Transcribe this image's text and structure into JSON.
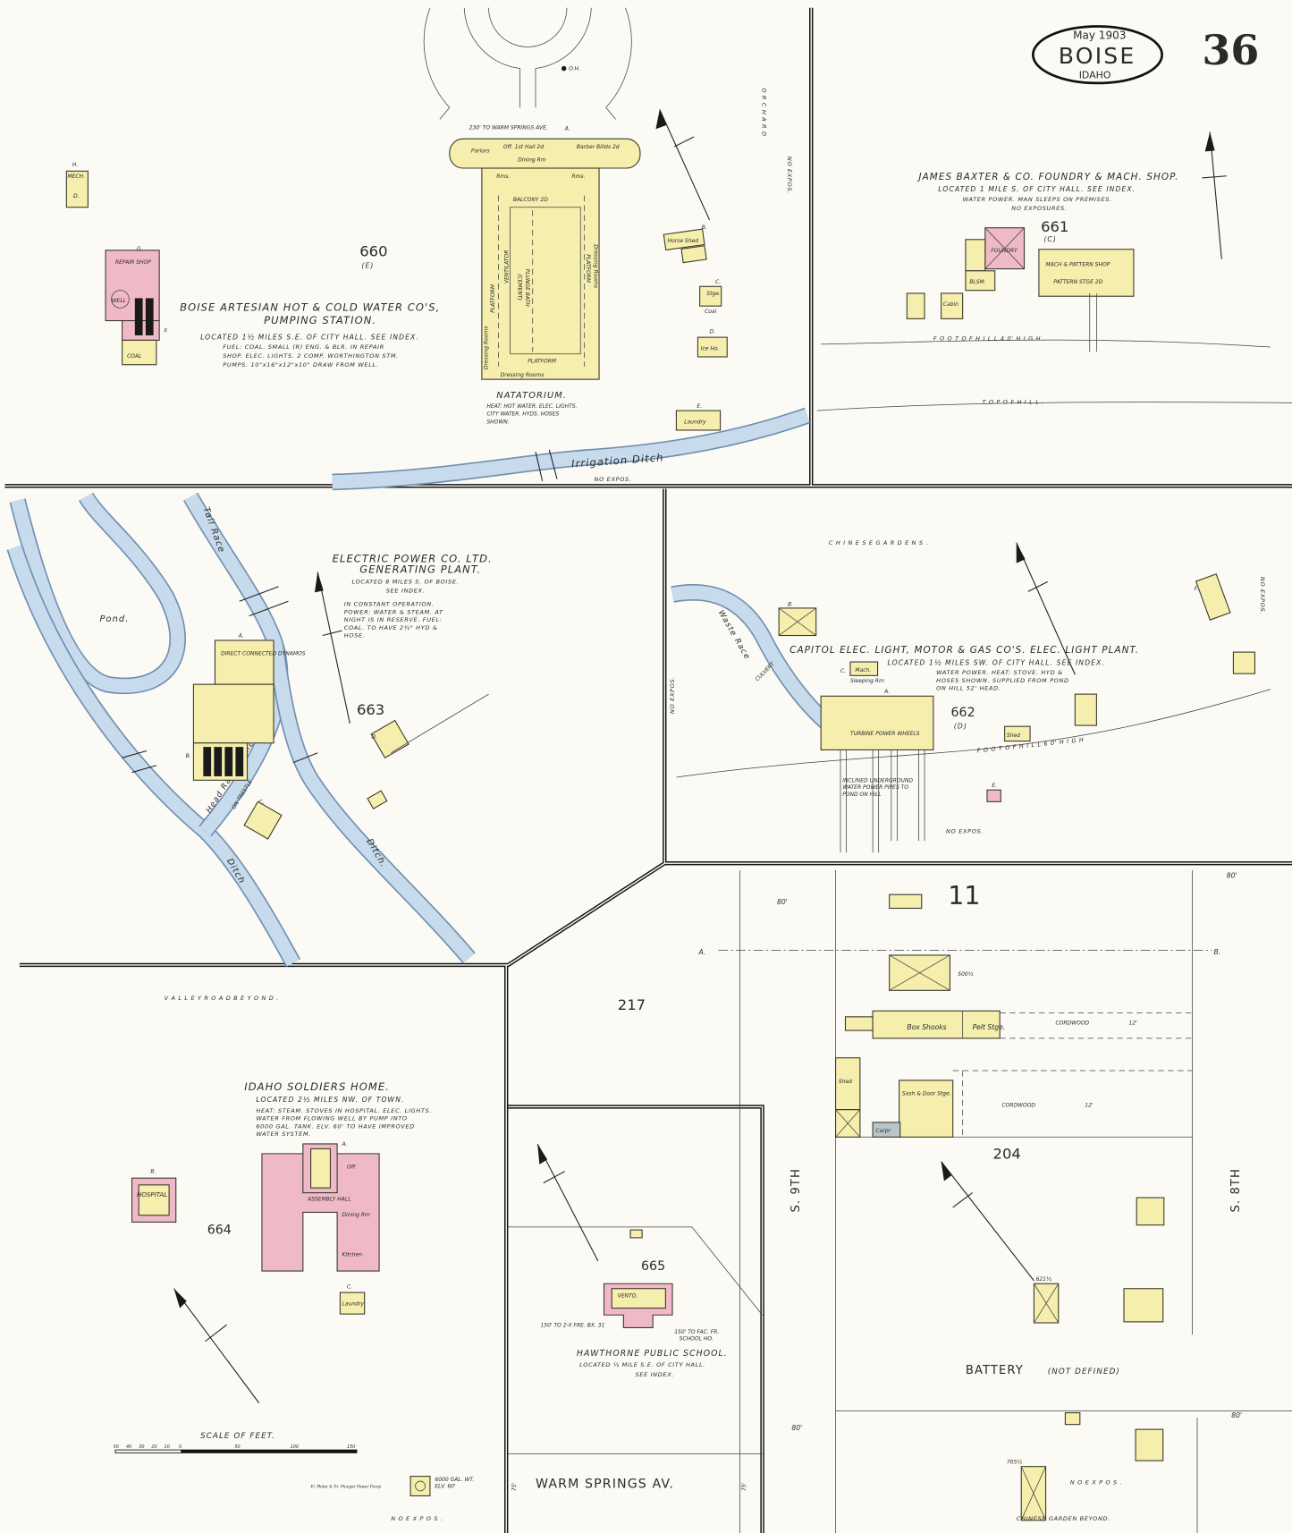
{
  "colors": {
    "paper": "#fbfaf5",
    "brick": "#efb9c7",
    "frame": "#f5eeac",
    "water": "#c8dbec",
    "stone": "#b9c6c9"
  },
  "header": {
    "date": "May 1903",
    "city": "BOISE",
    "state": "IDAHO",
    "sheet": "36"
  },
  "p660": {
    "number": "660",
    "sub": "(E)",
    "title1": "BOISE ARTESIAN HOT & COLD WATER CO'S,",
    "title2": "PUMPING STATION.",
    "note1": "LOCATED 1½ MILES S.E. OF CITY HALL. SEE INDEX.",
    "note2": "FUEL: COAL. SMALL (R) ENG. & BLR. IN REPAIR",
    "note3": "SHOP. ELEC. LIGHTS. 2 COMP. WORTHINGTON STM.",
    "note4": "PUMPS. 10\"x16\"x12\"x10\" DRAW FROM WELL.",
    "h": "H.",
    "mech": "MECH.",
    "d": "D.",
    "g": "G.",
    "f": "F.",
    "repair": "REPAIR SHOP",
    "well": "WELL",
    "coal": "COAL",
    "nat_title": "NATATORIUM.",
    "nat1": "HEAT: HOT WATER. ELEC. LIGHTS.",
    "nat2": "CITY WATER. HYDS. HOSES",
    "nat3": "SHOWN.",
    "warm": "230' TO WARM SPRINGS AVE.",
    "a": "A.",
    "oh": "O.H.",
    "parlors": "Parlors",
    "office": "Off. 1st Hall 2d",
    "dining": "Dining Rm",
    "barber": "Barber Billds 2d",
    "rms": "Rms.",
    "balcony": "BALCONY 2D",
    "plunge": "PLUNGE BATH",
    "cement": "(CEMENT)",
    "ventilator": "VENTILATOR",
    "platform": "PLATFORM",
    "dressing": "Dressing Rooms",
    "b": "B.",
    "horse": "Horse Shed",
    "c": "C.",
    "stge": "Stge.",
    "coal2": "Coal",
    "dd": "D.",
    "ice": "Ice Ho.",
    "e": "E.",
    "laundry": "Laundry",
    "ditch": "Irrigation Ditch",
    "noexpos": "NO EXPOS.",
    "orchard": "O R C H A R D",
    "noexpos_v": "NO EXPOS."
  },
  "p661": {
    "title": "JAMES BAXTER & CO. FOUNDRY & MACH. SHOP.",
    "note1": "LOCATED 1 MILE S. OF CITY HALL. SEE INDEX.",
    "note2": "WATER POWER. MAN SLEEPS ON PREMISES.",
    "note3": "NO EXPOSURES.",
    "number": "661",
    "sub": "(C)",
    "foundry": "FOUNDRY",
    "mach": "MACH & PATTERN SHOP",
    "pattern": "PATTERN STGE 2D",
    "blsm": "BLSM.",
    "cabin": "Cabin",
    "foot": "F O O T     O F     H I L L     4 0'     H I G H .",
    "top": "T O P     O F     H I L L ."
  },
  "p663": {
    "title1": "ELECTRIC POWER CO. LTD.",
    "title2": "GENERATING PLANT.",
    "note1": "LOCATED 8 MILES S. OF BOISE.",
    "note2": "SEE INDEX.",
    "note3": "IN CONSTANT OPERATION.",
    "note4": "POWER: WATER & STEAM. AT",
    "note5": "NIGHT IS IN RESERVE. FUEL:",
    "note6": "COAL. TO HAVE 2½\" HYD &",
    "note7": "HOSE.",
    "number": "663",
    "pond": "Pond.",
    "tailrace": "Tail Race",
    "flume": "Head Race Flume",
    "trestle": "ON TRESTLE",
    "ditch1": "Ditch",
    "ditch2": "Ditch.",
    "dynamo": "DIRECT CONNECTED DYNAMOS",
    "a": "A.",
    "b": "B.",
    "c": "C.",
    "dd": "D."
  },
  "p662": {
    "gardens": "C H I N E S E                    G A R D E N S .",
    "title": "CAPITOL ELEC. LIGHT, MOTOR & GAS CO'S. ELEC. LIGHT PLANT.",
    "note1": "LOCATED 1½ MILES SW. OF CITY HALL. SEE INDEX.",
    "note2": "WATER POWER. HEAT: STOVE. HYD &",
    "note3": "HOSES SHOWN. SUPPLIED FROM POND",
    "note4": "ON HILL 52' HEAD.",
    "number": "662",
    "sub": "(D)",
    "waste": "Waste Race",
    "culvert": "CULVERT",
    "noexpos_v": "NO EXPOS.",
    "noexpos_r": "NO EXPOS.",
    "noexpos_b": "NO   EXPOS.",
    "foot": "F O O T     O F     H I L L     6 0'     H I G H",
    "mach": "Mach.",
    "sleeping": "Sleeping Rm",
    "b": "B.",
    "c": "C.",
    "a": "A.",
    "f": "F.",
    "e": "E.",
    "pipes1": "INCLINED UNDERGROUND",
    "pipes2": "WATER POWER PIPES TO",
    "pipes3": "POND ON HILL",
    "shed": "Shed",
    "turbine": "TURBINE POWER WHEELS"
  },
  "block": {
    "n11": "11",
    "n217": "217",
    "n204": "204",
    "s9": "S. 9TH",
    "s8": "S. 8TH",
    "a": "A.",
    "b": "B.",
    "f80a": "80'",
    "f80b": "80'",
    "f80c": "80'",
    "f80d": "80'",
    "boxshooks": "Box Shooks",
    "pelt": "Pelt Stge.",
    "cordwood1": "CORDWOOD",
    "cordwood2": "CORDWOOD",
    "f12a": "12'",
    "f12b": "12'",
    "sash": "Sash & Door Stge.",
    "shed": "Shed",
    "carpr": "Carpr",
    "battery": "BATTERY",
    "notdef": "(NOT DEFINED)",
    "beyond": "CHINESE GARDEN BEYOND.",
    "noexpos": "N O   E X P O S .",
    "addr1": "500½",
    "addr2": "621½",
    "addr3": "705½"
  },
  "p664": {
    "valley": "V A L L E Y          R O A D          B E Y O N D .",
    "title": "IDAHO  SOLDIERS HOME.",
    "note1": "LOCATED 2½ MILES NW. OF TOWN.",
    "note2": "HEAT: STEAM. STOVES IN HOSPITAL. ELEC. LIGHTS.",
    "note3": "WATER FROM FLOWING WELL BY PUMP INTO",
    "note4": "6000 GAL. TANK. ELV. 60' TO HAVE IMPROVED",
    "note5": "WATER SYSTEM.",
    "hospital": "HOSPITAL",
    "number": "664",
    "assembly": "ASSEMBLY HALL",
    "dining": "Dining Rm",
    "kitchen": "Kitchen",
    "off": "Off.",
    "laundry": "Laundry",
    "b": "B.",
    "a": "A.",
    "c": "C.",
    "scale_title": "SCALE OF FEET.",
    "scale_ticks": [
      "50",
      "40",
      "30",
      "20",
      "10",
      "0",
      "50",
      "100",
      "150"
    ],
    "tank": "6000 GAL. WT.",
    "tank2": "ELV. 60'",
    "pump": "El. Motor & Tri. Plunger Power Pump",
    "noexpos": "N O          E X P O S ."
  },
  "p665": {
    "number": "665",
    "title": "HAWTHORNE PUBLIC SCHOOL.",
    "note1": "LOCATED ½ MILE S.E. OF CITY HALL.",
    "note2": "SEE INDEX.",
    "fire1": "150' TO 2-X FRE. BX. 31",
    "fire2": "150' TO FAC. FR.",
    "fire3": "SCHOOL HO.",
    "street": "WARM  SPRINGS   AV.",
    "f75a": "75'",
    "f75b": "75'",
    "vent": "VENTD."
  }
}
